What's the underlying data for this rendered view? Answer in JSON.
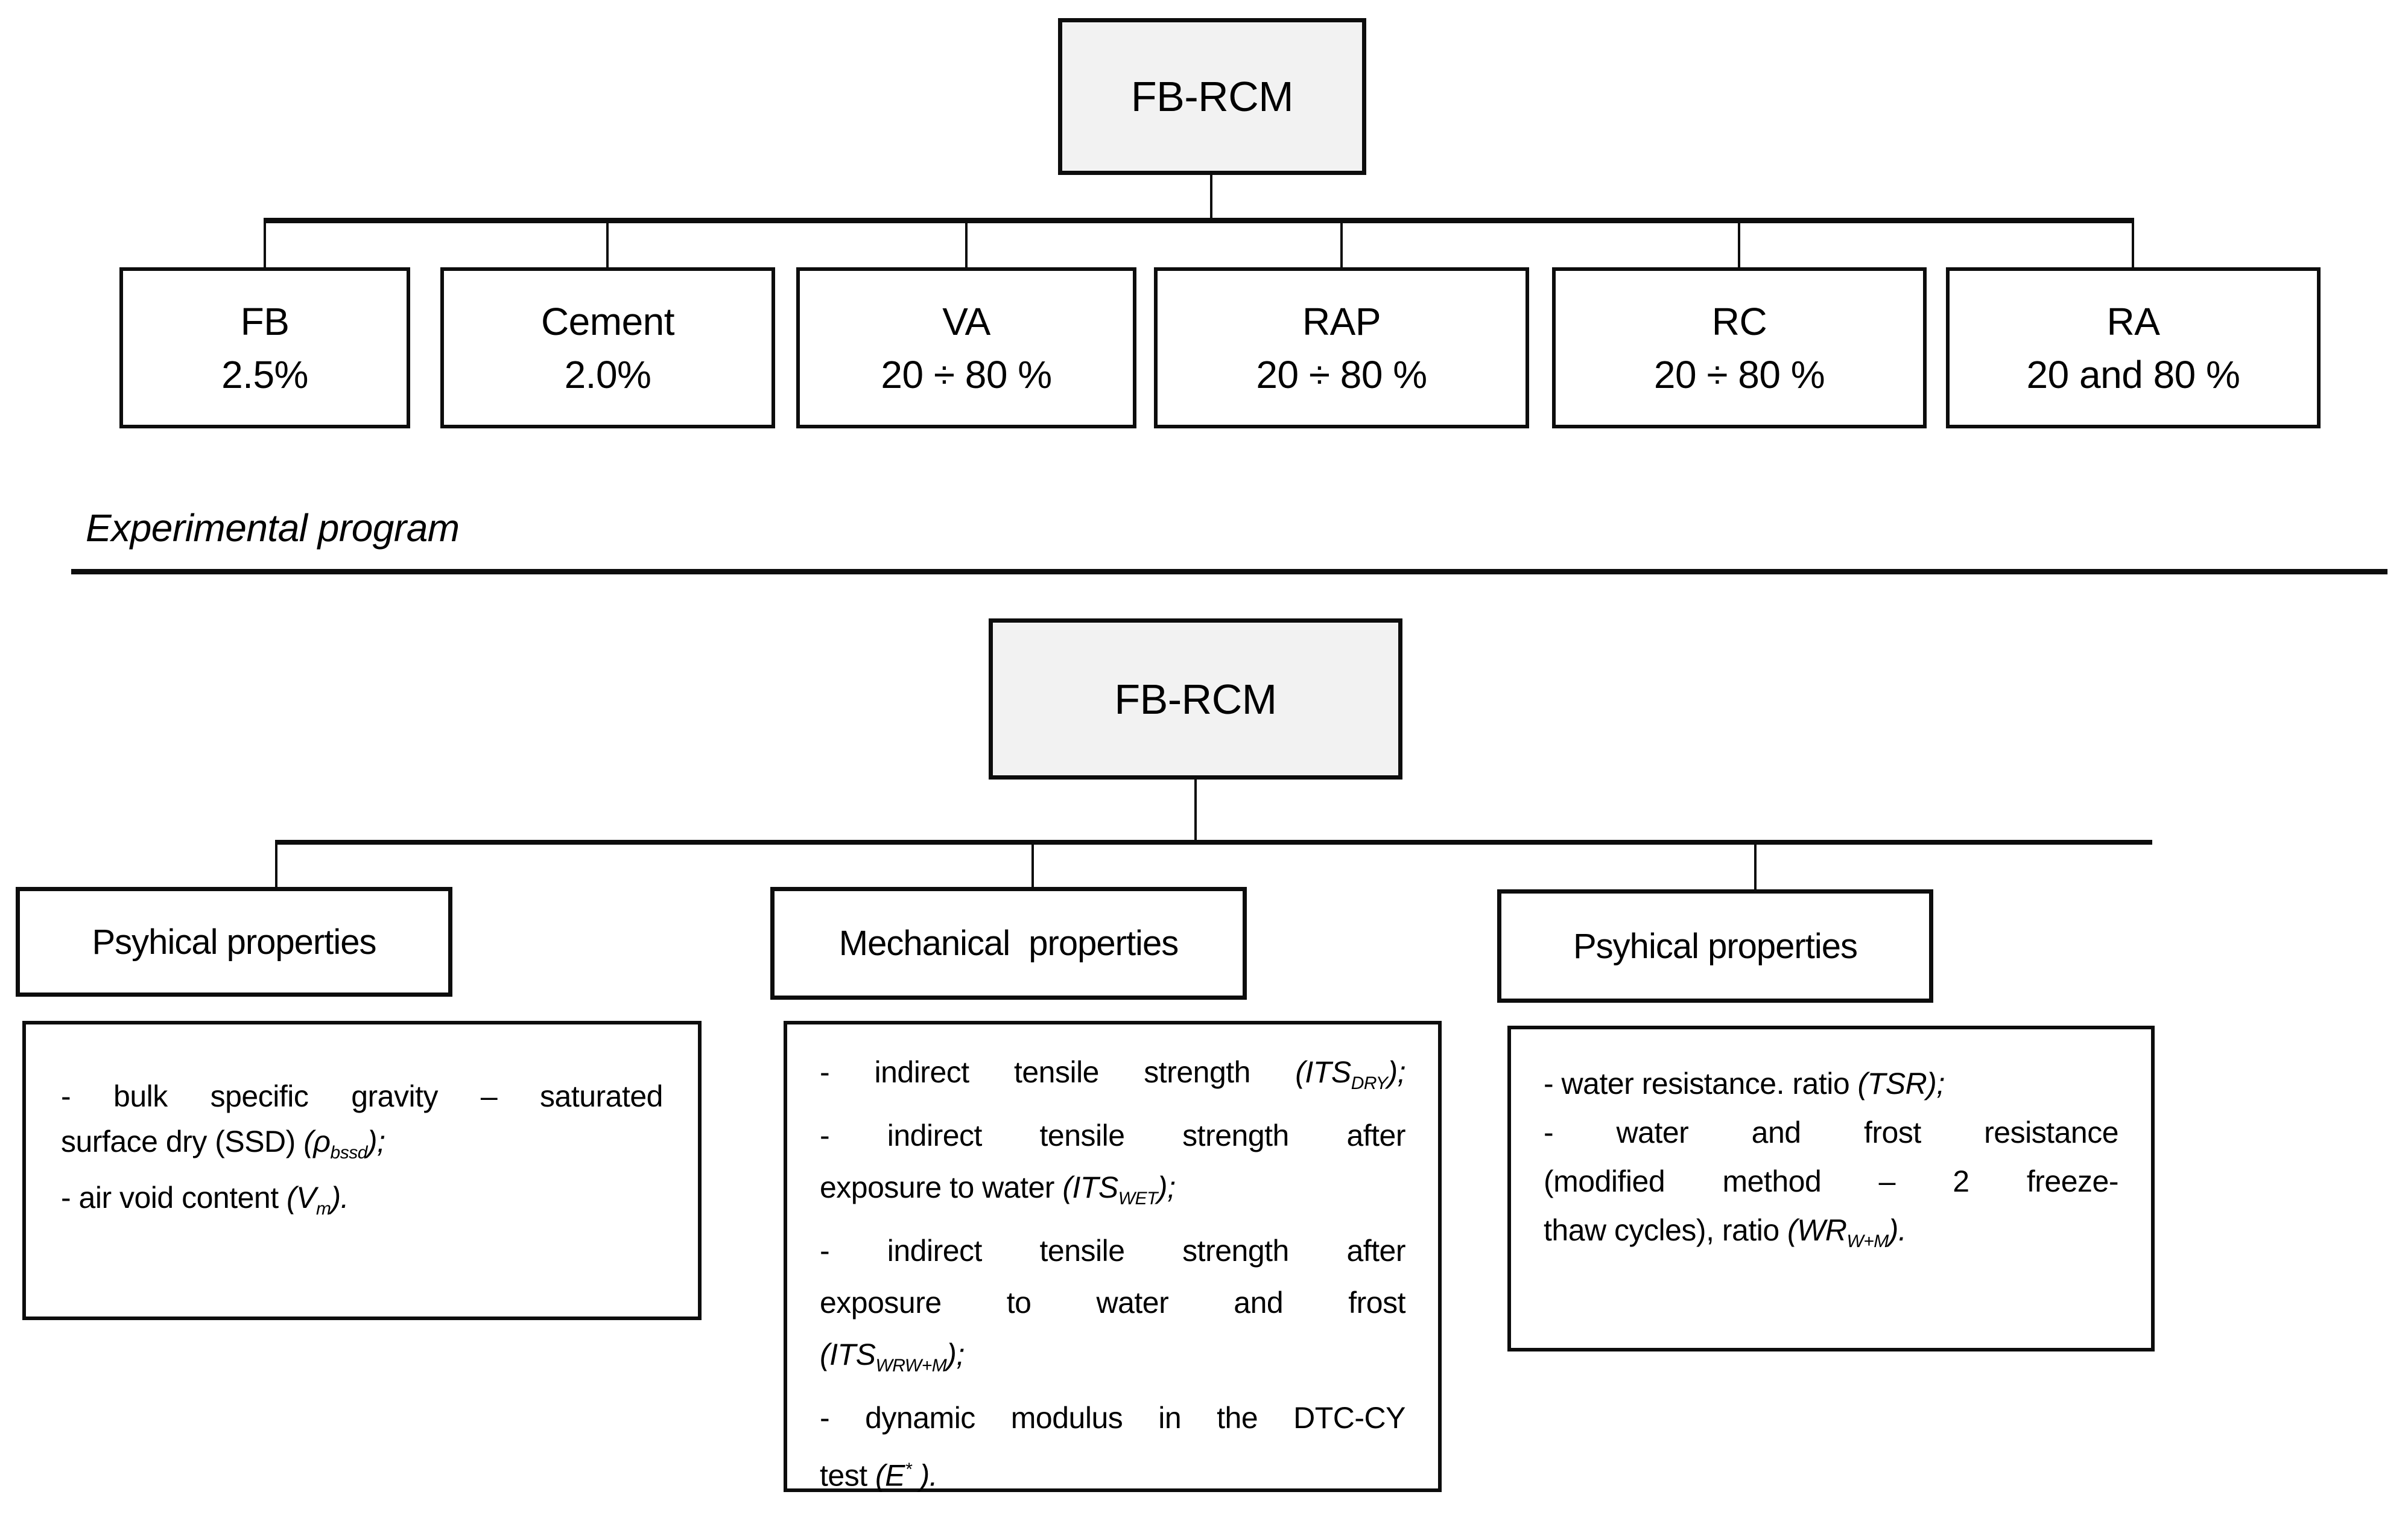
{
  "diagram": {
    "colors": {
      "root_fill": "#f2f2f2",
      "line": "#0d0d0d",
      "background": "#ffffff"
    },
    "top_tree": {
      "root": "FB-RCM",
      "children": [
        {
          "name": "FB",
          "value": "2.5%"
        },
        {
          "name": "Cement",
          "value": "2.0%"
        },
        {
          "name": "VA",
          "value": "20 ÷ 80 %"
        },
        {
          "name": "RAP",
          "value": "20 ÷ 80 %"
        },
        {
          "name": "RC",
          "value": "20 ÷ 80 %"
        },
        {
          "name": "RA",
          "value": "20 and 80 %"
        }
      ]
    },
    "section_label": "Experimental program",
    "bottom_tree": {
      "root": "FB-RCM",
      "children": [
        {
          "title": "Psyhical properties",
          "lines": [
            {
              "j": 1,
              "segs": [
                {
                  "t": "- bulk specific gravity – saturated"
                }
              ]
            },
            {
              "segs": [
                {
                  "t": "surface dry (SSD) "
                },
                {
                  "t": "(ρ",
                  "i": 1
                },
                {
                  "t": "bssd",
                  "i": 1,
                  "s": 1
                },
                {
                  "t": ");",
                  "i": 1
                }
              ]
            },
            {
              "segs": [
                {
                  "t": "- air void content "
                },
                {
                  "t": "(V",
                  "i": 1
                },
                {
                  "t": "m",
                  "i": 1,
                  "s": 1
                },
                {
                  "t": ").",
                  "i": 1
                }
              ]
            }
          ]
        },
        {
          "title": "Mechanical properties",
          "lines": [
            {
              "j": 1,
              "segs": [
                {
                  "t": "- indirect tensile strength "
                },
                {
                  "t": "(ITS",
                  "i": 1
                },
                {
                  "t": "DRY",
                  "i": 1,
                  "s": 1
                },
                {
                  "t": ");",
                  "i": 1
                }
              ]
            },
            {
              "j": 1,
              "segs": [
                {
                  "t": "- indirect tensile strength after"
                }
              ]
            },
            {
              "segs": [
                {
                  "t": "exposure to water "
                },
                {
                  "t": "(ITS",
                  "i": 1
                },
                {
                  "t": "WET",
                  "i": 1,
                  "s": 1
                },
                {
                  "t": ");",
                  "i": 1
                }
              ]
            },
            {
              "j": 1,
              "segs": [
                {
                  "t": "- indirect tensile strength after"
                }
              ]
            },
            {
              "j": 1,
              "segs": [
                {
                  "t": "exposure to water and frost"
                }
              ]
            },
            {
              "segs": [
                {
                  "t": "(ITS",
                  "i": 1
                },
                {
                  "t": "WRW+M",
                  "i": 1,
                  "s": 1
                },
                {
                  "t": ");",
                  "i": 1
                }
              ]
            },
            {
              "j": 1,
              "segs": [
                {
                  "t": "- dynamic modulus in the DTC-CY"
                }
              ]
            },
            {
              "segs": [
                {
                  "t": "test "
                },
                {
                  "t": "(E",
                  "i": 1
                },
                {
                  "t": "*",
                  "i": 1,
                  "sup": 1
                },
                {
                  "t": " ).",
                  "i": 1
                }
              ]
            }
          ]
        },
        {
          "title": "Psyhical properties",
          "lines": [
            {
              "segs": [
                {
                  "t": "- water resistance. ratio "
                },
                {
                  "t": "(TSR);",
                  "i": 1
                }
              ]
            },
            {
              "j": 1,
              "segs": [
                {
                  "t": "- water and frost resistance"
                }
              ]
            },
            {
              "j": 1,
              "segs": [
                {
                  "t": "(modified method – 2 freeze-"
                }
              ]
            },
            {
              "segs": [
                {
                  "t": "thaw cycles), ratio "
                },
                {
                  "t": "(WR",
                  "i": 1
                },
                {
                  "t": "W+M",
                  "i": 1,
                  "s": 1
                },
                {
                  "t": ")",
                  "i": 1
                },
                {
                  "t": ".",
                  "i": 1
                }
              ]
            }
          ]
        }
      ]
    }
  }
}
